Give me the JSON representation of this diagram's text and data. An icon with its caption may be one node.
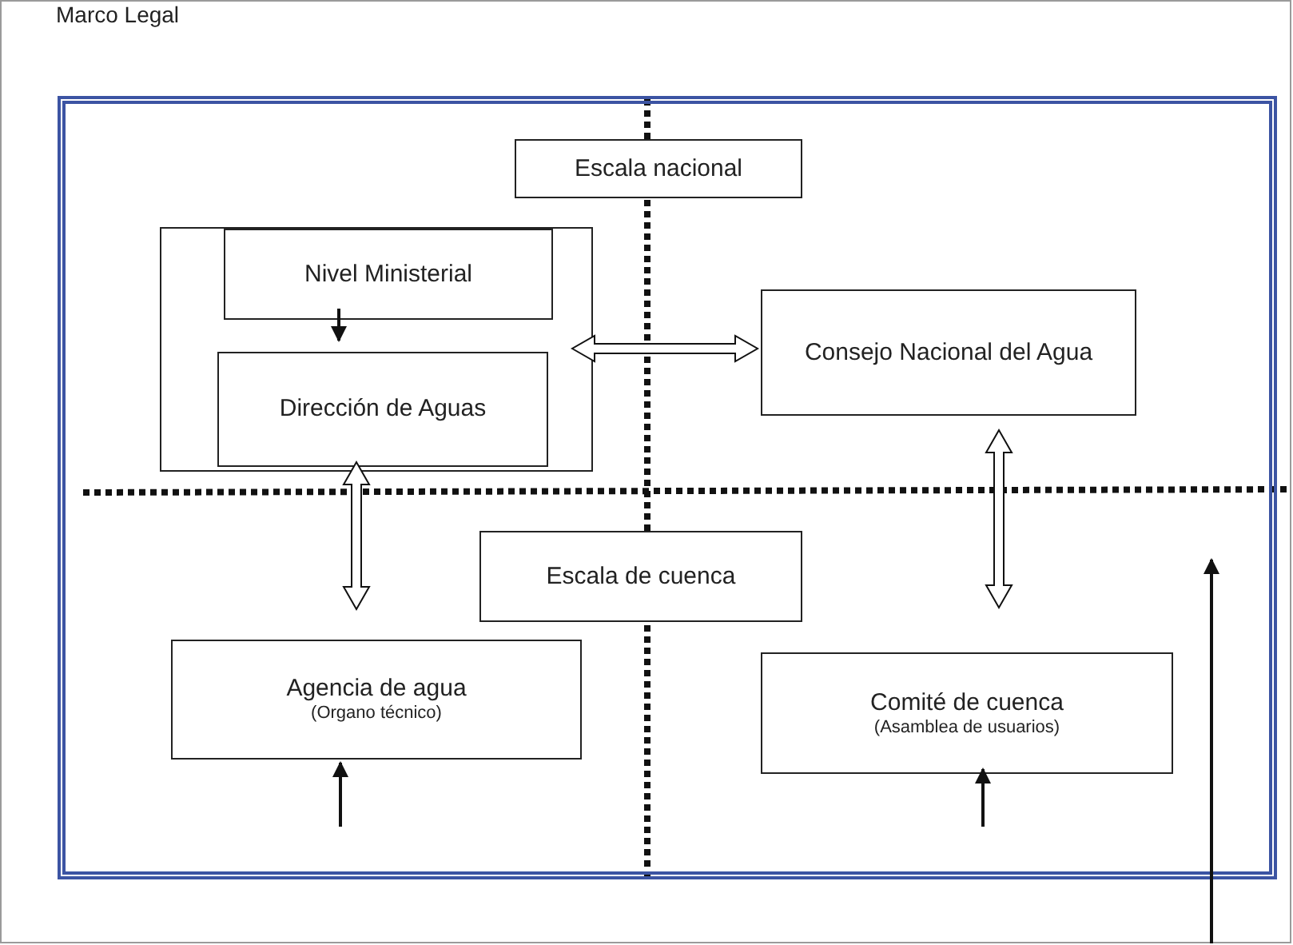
{
  "diagram": {
    "nodes": [
      {
        "text": [
          "Marco Legal"
        ]
      },
      {
        "text": [],
        "shape": "box",
        "in": 0
      },
      {
        "text": [
          "Escala nacional"
        ],
        "in": 1
      },
      {
        "text": [],
        "shape": "box",
        "in": 1
      },
      {
        "text": [
          "Nivel Ministerial"
        ],
        "in": 3
      },
      {
        "text": [
          "Dirección de Aguas"
        ],
        "in": 3
      },
      {
        "text": [
          "Consejo Nacional del Agua"
        ],
        "in": 1
      },
      {
        "text": [
          "Escala de cuenca"
        ],
        "in": 1
      },
      {
        "text": [
          "Agencia de agua",
          "(Organo técnico)"
        ],
        "in": 1
      },
      {
        "text": [
          "Comité de cuenca",
          "(Asamblea de usuarios)"
        ],
        "in": 1
      }
    ],
    "edges": [
      {
        "from": 4,
        "to": 5,
        "arrow": "to"
      },
      {
        "from": 3,
        "to": 6,
        "arrow": "both",
        "style": "thick"
      },
      {
        "from": 3,
        "to": 8,
        "arrow": "both",
        "style": "thick"
      },
      {
        "from": 6,
        "to": 9,
        "arrow": "both",
        "style": "thick"
      },
      {
        "from": null,
        "to": 8,
        "arrow": "to"
      },
      {
        "from": null,
        "to": 9,
        "arrow": "to"
      },
      {
        "from": null,
        "to": 1,
        "arrow": "to"
      }
    ]
  }
}
